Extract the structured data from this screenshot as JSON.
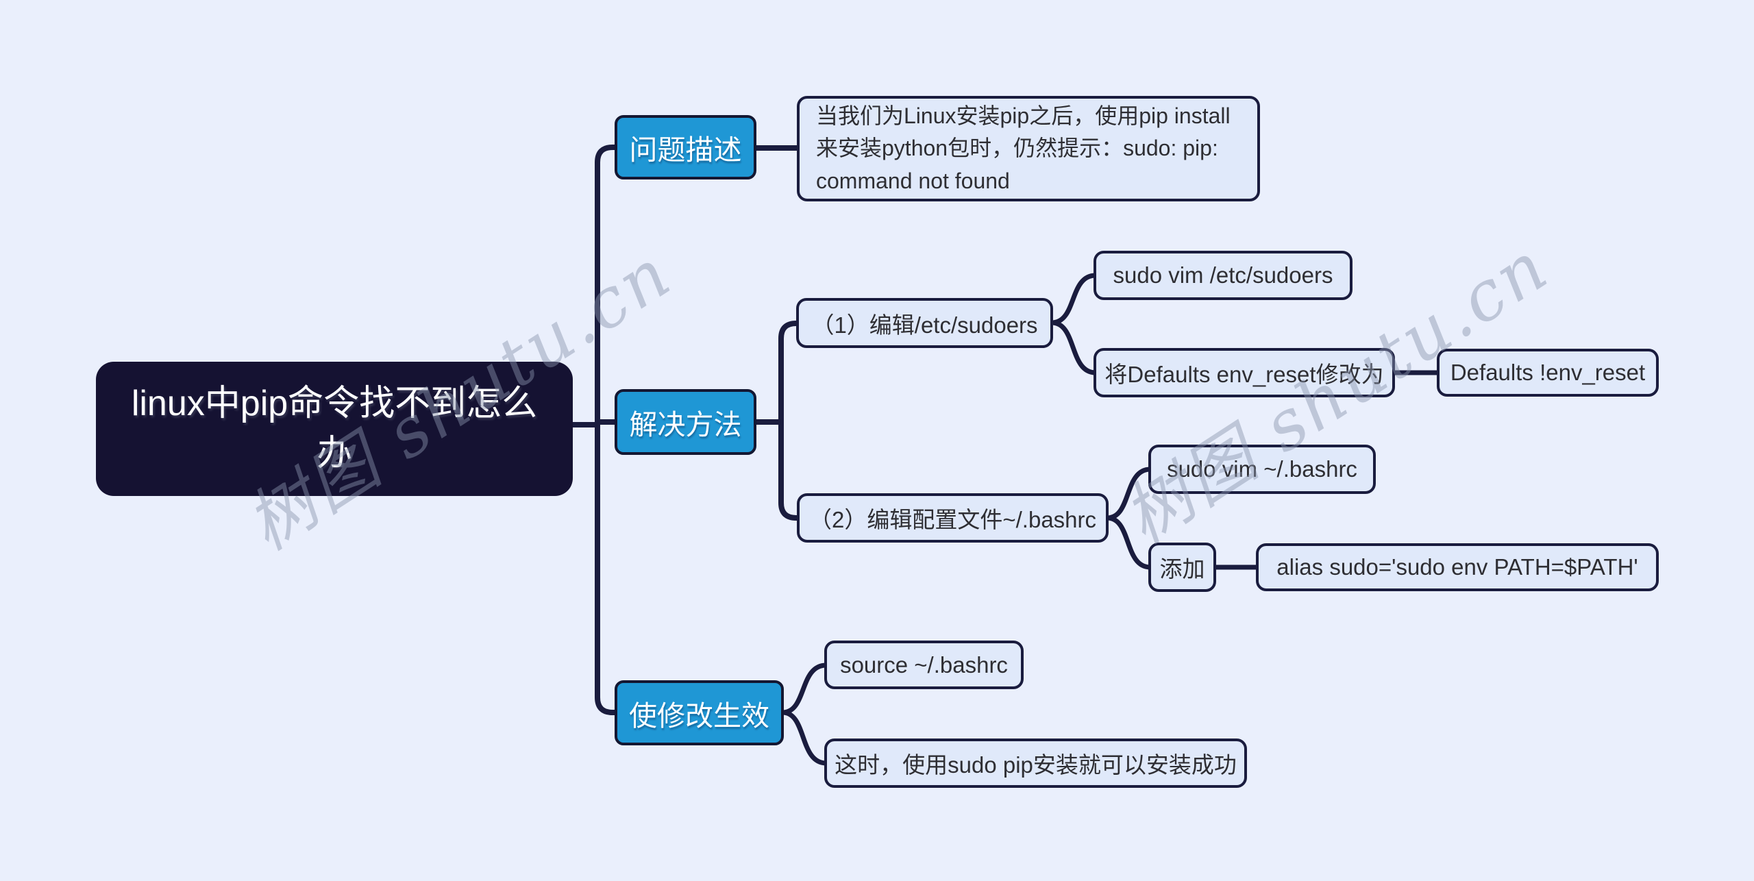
{
  "mindmap": {
    "root": {
      "label": "linux中pip命令找不到怎么办"
    },
    "branches": [
      {
        "label": "问题描述",
        "children": [
          {
            "label": "当我们为Linux安装pip之后，使用pip install来安装python包时，仍然提示：sudo: pip: command not found"
          }
        ]
      },
      {
        "label": "解决方法",
        "children": [
          {
            "label": "（1）编辑/etc/sudoers",
            "children": [
              {
                "label": "sudo vim /etc/sudoers"
              },
              {
                "label": "将Defaults env_reset修改为",
                "children": [
                  {
                    "label": "Defaults !env_reset"
                  }
                ]
              }
            ]
          },
          {
            "label": "（2）编辑配置文件~/.bashrc",
            "children": [
              {
                "label": "sudo vim ~/.bashrc"
              },
              {
                "label": "添加",
                "children": [
                  {
                    "label": "alias sudo='sudo env PATH=$PATH'"
                  }
                ]
              }
            ]
          }
        ]
      },
      {
        "label": "使修改生效",
        "children": [
          {
            "label": "source ~/.bashrc"
          },
          {
            "label": "这时，使用sudo pip安装就可以安装成功"
          }
        ]
      }
    ]
  },
  "watermark": {
    "text": "树图 shutu.cn"
  },
  "colors": {
    "background": "#eaeffc",
    "root_bg": "#151232",
    "branch_bg": "#1f97d5",
    "leaf_bg": "#e0e9fa",
    "outline": "#1a1c3e",
    "leaf_text": "#2e2e33",
    "watermark_gray": "#8a94ae"
  }
}
